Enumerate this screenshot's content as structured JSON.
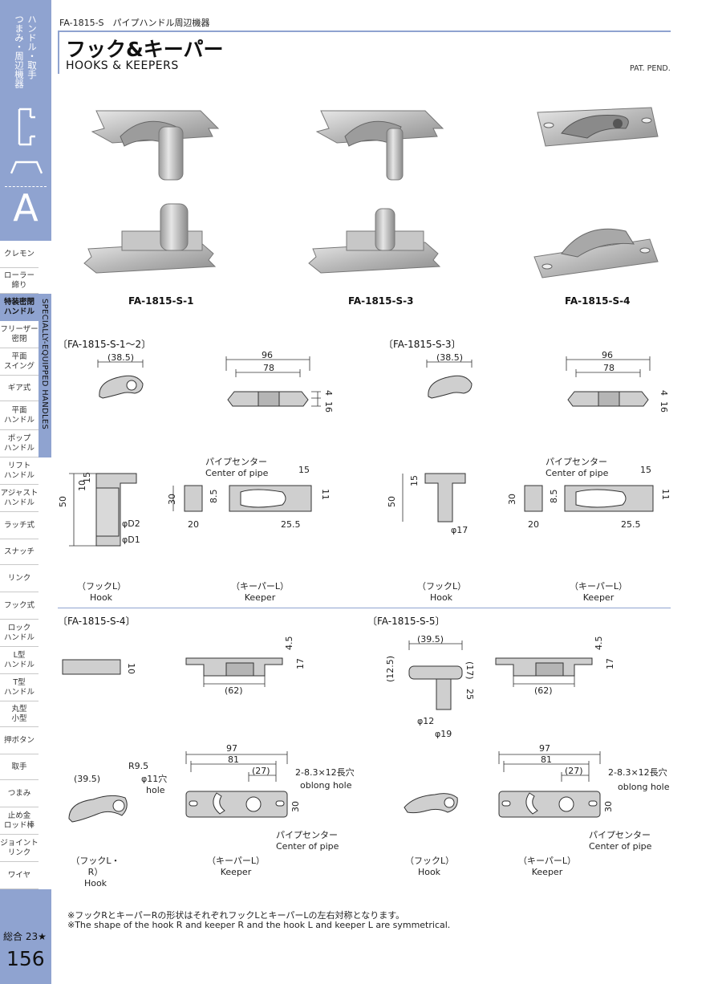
{
  "sidebar": {
    "category_line1": "ハンドル・取手",
    "category_line2": "つまみ・周辺機器",
    "letter": "A",
    "band_label": "SPECIALLY-EQUIPPED HANDLES",
    "items": [
      {
        "l1": "クレモン",
        "l2": ""
      },
      {
        "l1": "ローラー",
        "l2": "締り"
      },
      {
        "l1": "特装密閉",
        "l2": "ハンドル"
      },
      {
        "l1": "フリーザー",
        "l2": "密閉"
      },
      {
        "l1": "平面",
        "l2": "スイング"
      },
      {
        "l1": "ギア式",
        "l2": ""
      },
      {
        "l1": "平面",
        "l2": "ハンドル"
      },
      {
        "l1": "ポップ",
        "l2": "ハンドル"
      },
      {
        "l1": "リフト",
        "l2": "ハンドル"
      },
      {
        "l1": "アジャスト",
        "l2": "ハンドル"
      },
      {
        "l1": "ラッチ式",
        "l2": ""
      },
      {
        "l1": "スナッチ",
        "l2": ""
      },
      {
        "l1": "リンク",
        "l2": ""
      },
      {
        "l1": "フック式",
        "l2": ""
      },
      {
        "l1": "ロック",
        "l2": "ハンドル"
      },
      {
        "l1": "L型",
        "l2": "ハンドル"
      },
      {
        "l1": "T型",
        "l2": "ハンドル"
      },
      {
        "l1": "丸型",
        "l2": "小型"
      },
      {
        "l1": "押ボタン",
        "l2": ""
      },
      {
        "l1": "取手",
        "l2": ""
      },
      {
        "l1": "つまみ",
        "l2": ""
      },
      {
        "l1": "止め金",
        "l2": "ロッド棒"
      },
      {
        "l1": "ジョイント",
        "l2": "リンク"
      },
      {
        "l1": "ワイヤ",
        "l2": ""
      }
    ],
    "total": "総合 23★",
    "page_number": "156"
  },
  "header": {
    "series": "FA-1815-S　パイプハンドル周辺機器",
    "title_ja": "フック&キーパー",
    "title_en": "HOOKS & KEEPERS",
    "patent": "PAT. PEND."
  },
  "products": [
    {
      "caption": "FA-1815-S-1"
    },
    {
      "caption": "FA-1815-S-3"
    },
    {
      "caption": "FA-1815-S-4"
    }
  ],
  "sections": {
    "s1": "〔FA-1815-S-1〜2〕",
    "s3": "〔FA-1815-S-3〕",
    "s4": "〔FA-1815-S-4〕",
    "s5": "〔FA-1815-S-5〕"
  },
  "labels": {
    "hook_l_ja": "（フックL）",
    "hook_lr_ja": "（フックL・R）",
    "hook_en": "Hook",
    "keeper_l_ja": "（キーパーL）",
    "keeper_en": "Keeper",
    "pipe_center_ja": "パイプセンター",
    "pipe_center_en": "Center of pipe",
    "oblong_ja": "2-8.3×12長穴",
    "oblong_en": "oblong hole",
    "hole_ja": "φ11穴",
    "hole_en": "hole",
    "r95": "R9.5"
  },
  "dims": {
    "d385": "(38.5)",
    "d96": "96",
    "d78": "78",
    "d4": "4",
    "d16": "16",
    "d50": "50",
    "d10": "10",
    "d15": "15",
    "d30": "30",
    "d85": "8.5",
    "d20": "20",
    "d255": "25.5",
    "d11": "11",
    "dD2": "φD2",
    "dD1": "φD1",
    "d17": "φ17",
    "d45": "4.5",
    "d17b": "17",
    "d62": "(62)",
    "d395": "(39.5)",
    "d125": "(12.5)",
    "d17p": "(17)",
    "d25": "25",
    "d12": "φ12",
    "d19": "φ19",
    "d97": "97",
    "d81": "81",
    "d27": "(27)"
  },
  "notes": {
    "ja": "※フックRとキーパーRの形状はそれぞれフックLとキーパーLの左右対称となります。",
    "en": "※The shape of the hook R and keeper R and the hook L and keeper L are symmetrical."
  }
}
